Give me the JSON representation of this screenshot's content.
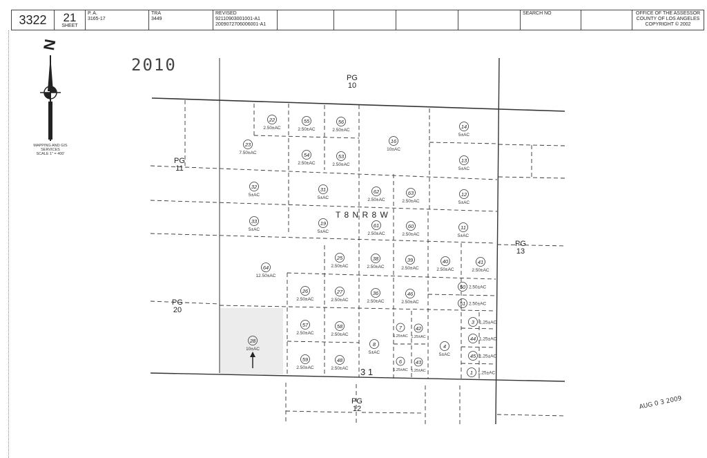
{
  "header": {
    "map_number": "3322",
    "sheet_number": "21",
    "sheet_label": "SHEET",
    "pa_label": "P. A.",
    "pa_value": "3165-17",
    "tra_label": "TRA",
    "tra_value": "3449",
    "revised_label": "REVISED",
    "revised_1": "92110903001001-A1",
    "revised_2": "2009072706006001-A1",
    "search_label": "SEARCH NO",
    "office_1": "OFFICE OF THE ASSESSOR",
    "office_2": "COUNTY OF LOS ANGELES",
    "office_3": "COPYRIGHT © 2002"
  },
  "legend": {
    "line1": "MAPPING AND GIS",
    "line2": "SERVICES",
    "line3": "SCALE 1\" = 400'"
  },
  "map_year": "2010",
  "township": "T 8 N  R 8 W",
  "section": "3 1",
  "date_stamp": "AUG 0 3 2009",
  "page_refs": [
    {
      "id": "pg10",
      "line1": "PG",
      "line2": "10"
    },
    {
      "id": "pg11",
      "line1": "PG",
      "line2": "11"
    },
    {
      "id": "pg13",
      "line1": "PG",
      "line2": "13"
    },
    {
      "id": "pg20",
      "line1": "PG",
      "line2": "20"
    },
    {
      "id": "pg12",
      "line1": "PG",
      "line2": "12"
    }
  ],
  "parcels": [
    {
      "n": "22",
      "area": "2.50±AC"
    },
    {
      "n": "55",
      "area": "2.50±AC"
    },
    {
      "n": "56",
      "area": "2.50±AC"
    },
    {
      "n": "14",
      "area": "5±AC"
    },
    {
      "n": "23",
      "area": "7.50±AC"
    },
    {
      "n": "54",
      "area": "2.50±AC"
    },
    {
      "n": "53",
      "area": "2.50±AC"
    },
    {
      "n": "16",
      "area": "10±AC"
    },
    {
      "n": "13",
      "area": "5±AC"
    },
    {
      "n": "32",
      "area": "5±AC"
    },
    {
      "n": "31",
      "area": "5±AC"
    },
    {
      "n": "62",
      "area": "2.50±AC"
    },
    {
      "n": "63",
      "area": "2.50±AC"
    },
    {
      "n": "12",
      "area": "5±AC"
    },
    {
      "n": "33",
      "area": "5±AC"
    },
    {
      "n": "19",
      "area": "5±AC"
    },
    {
      "n": "61",
      "area": "2.50±AC"
    },
    {
      "n": "60",
      "area": "2.50±AC"
    },
    {
      "n": "11",
      "area": "5±AC"
    },
    {
      "n": "64",
      "area": "12.50±AC"
    },
    {
      "n": "25",
      "area": "2.50±AC"
    },
    {
      "n": "38",
      "area": "2.50±AC"
    },
    {
      "n": "39",
      "area": "2.50±AC"
    },
    {
      "n": "40",
      "area": "2.50±AC"
    },
    {
      "n": "41",
      "area": "2.50±AC"
    },
    {
      "n": "50",
      "area": "2.50±AC"
    },
    {
      "n": "26",
      "area": "2.50±AC"
    },
    {
      "n": "27",
      "area": "2.50±AC"
    },
    {
      "n": "36",
      "area": "2.50±AC"
    },
    {
      "n": "46",
      "area": "2.50±AC"
    },
    {
      "n": "51",
      "area": "2.50±AC"
    },
    {
      "n": "57",
      "area": "2.50±AC"
    },
    {
      "n": "58",
      "area": "2.50±AC"
    },
    {
      "n": "7",
      "area": "1.25±AC"
    },
    {
      "n": "42",
      "area": "1.25±AC"
    },
    {
      "n": "3",
      "area": "1.25±AC"
    },
    {
      "n": "44",
      "area": "1.25±AC"
    },
    {
      "n": "28",
      "area": "10±AC"
    },
    {
      "n": "8",
      "area": "5±AC"
    },
    {
      "n": "4",
      "area": "5±AC"
    },
    {
      "n": "45",
      "area": "1.25±AC"
    },
    {
      "n": "59",
      "area": "2.50±AC"
    },
    {
      "n": "48",
      "area": "2.50±AC"
    },
    {
      "n": "6",
      "area": "1.25±AC"
    },
    {
      "n": "43",
      "area": "1.25±AC"
    },
    {
      "n": "1",
      "area": "1.25±AC"
    }
  ]
}
